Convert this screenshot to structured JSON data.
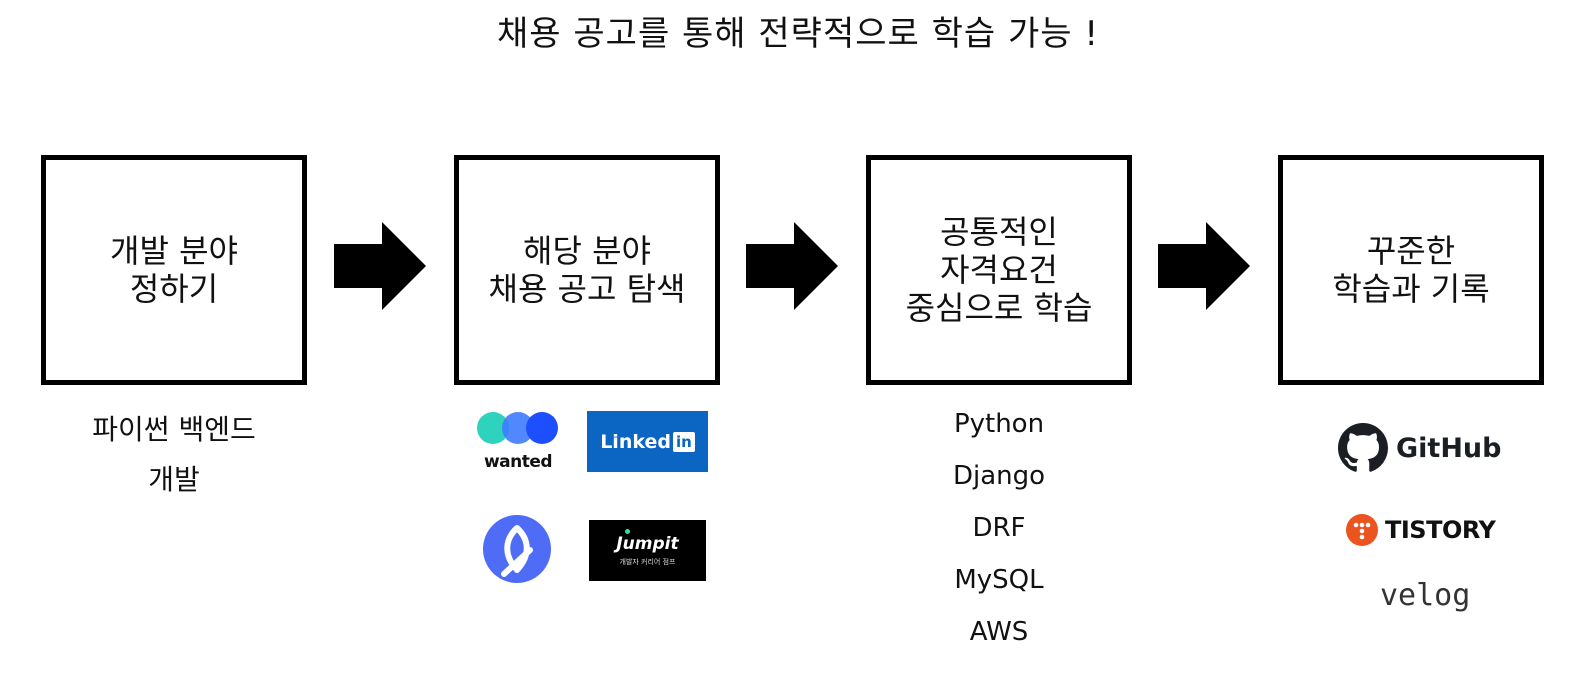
{
  "title": "채용 공고를 통해 전략적으로 학습 가능 !",
  "steps": [
    {
      "label": "개발 분야\n정하기"
    },
    {
      "label": "해당 분야\n채용 공고 탐색"
    },
    {
      "label": "공통적인\n자격요건\n중심으로 학습"
    },
    {
      "label": "꾸준한\n학습과 기록"
    }
  ],
  "step1_detail": "파이썬 백엔드\n개발",
  "job_sites": {
    "wanted": "wanted",
    "linkedin": "Linked",
    "linkedin_in": "in",
    "jumpit": "Jumpit",
    "jumpit_sub": "개발자 커리어 점프"
  },
  "skills": [
    "Python",
    "Django",
    "DRF",
    "MySQL",
    "AWS"
  ],
  "record_tools": {
    "github": "GitHub",
    "tistory": "TISTORY",
    "velog": "velog"
  },
  "colors": {
    "wanted_teal": "#2fd3bd",
    "wanted_blue": "#3366ff",
    "linkedin_blue": "#0a66c2",
    "rocketpunch_blue": "#4f6cf7",
    "jumpit_green": "#2be39a",
    "tistory_orange": "#eb531f"
  }
}
